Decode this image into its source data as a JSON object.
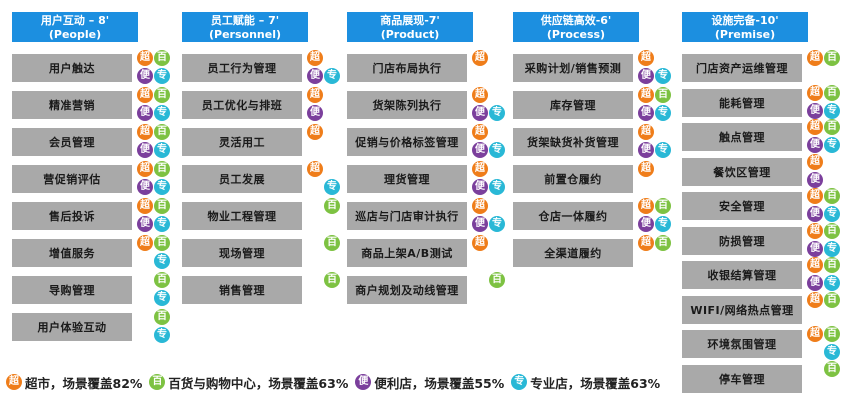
{
  "badge_labels": {
    "chao": "超",
    "bai": "百",
    "bian": "便",
    "zhuan": "专"
  },
  "colors": {
    "header": "#1c8fe0",
    "cell": "#a9a9a9",
    "chao": "#ef7d1a",
    "bai": "#7dc242",
    "bian": "#7b3f9c",
    "zhuan": "#29b8d6"
  },
  "columns": [
    {
      "title": "用户互动 – 8'",
      "subtitle": "(People)",
      "items": [
        {
          "label": "用户触达",
          "badges": [
            "chao",
            "bai",
            "bian",
            "zhuan"
          ]
        },
        {
          "label": "精准营销",
          "badges": [
            "chao",
            "bai",
            "bian",
            "zhuan"
          ]
        },
        {
          "label": "会员管理",
          "badges": [
            "chao",
            "bai",
            "bian",
            "zhuan"
          ]
        },
        {
          "label": "营促销评估",
          "badges": [
            "chao",
            "bai",
            "bian",
            "zhuan"
          ]
        },
        {
          "label": "售后投诉",
          "badges": [
            "chao",
            "bai",
            "bian",
            "zhuan"
          ]
        },
        {
          "label": "增值服务",
          "badges": [
            "chao",
            "bai",
            "zhuan"
          ]
        },
        {
          "label": "导购管理",
          "badges": [
            "bai",
            "zhuan"
          ]
        },
        {
          "label": "用户体验互动",
          "badges": [
            "bai",
            "zhuan"
          ]
        }
      ]
    },
    {
      "title": "员工赋能 – 7'",
      "subtitle": "(Personnel)",
      "items": [
        {
          "label": "员工行为管理",
          "badges": [
            "chao",
            "bian",
            "zhuan"
          ]
        },
        {
          "label": "员工优化与排班",
          "badges": [
            "chao",
            "bian"
          ]
        },
        {
          "label": "灵活用工",
          "badges": [
            "chao"
          ]
        },
        {
          "label": "员工发展",
          "badges": [
            "chao",
            "zhuan"
          ]
        },
        {
          "label": "物业工程管理",
          "badges": [
            "bai"
          ]
        },
        {
          "label": "现场管理",
          "badges": [
            "bai"
          ]
        },
        {
          "label": "销售管理",
          "badges": [
            "bai"
          ]
        }
      ]
    },
    {
      "title": "商品展现-7'",
      "subtitle": "(Product)",
      "items": [
        {
          "label": "门店布局执行",
          "badges": [
            "chao"
          ]
        },
        {
          "label": "货架陈列执行",
          "badges": [
            "chao",
            "bian",
            "zhuan"
          ]
        },
        {
          "label": "促销与价格标签管理",
          "badges": [
            "chao",
            "bian",
            "zhuan"
          ]
        },
        {
          "label": "理货管理",
          "badges": [
            "chao",
            "bian",
            "zhuan"
          ]
        },
        {
          "label": "巡店与门店审计执行",
          "badges": [
            "chao",
            "bian",
            "zhuan"
          ]
        },
        {
          "label": "商品上架A/B测试",
          "badges": [
            "chao"
          ]
        },
        {
          "label": "商户规划及动线管理",
          "badges": [
            "bai"
          ]
        }
      ]
    },
    {
      "title": "供应链高效-6'",
      "subtitle": "(Process)",
      "items": [
        {
          "label": "采购计划/销售预测",
          "badges": [
            "chao",
            "bian",
            "zhuan"
          ]
        },
        {
          "label": "库存管理",
          "badges": [
            "chao",
            "bai",
            "bian",
            "zhuan"
          ]
        },
        {
          "label": "货架缺货补货管理",
          "badges": [
            "chao",
            "bian",
            "zhuan"
          ]
        },
        {
          "label": "前置仓履约",
          "badges": [
            "chao"
          ]
        },
        {
          "label": "仓店一体履约",
          "badges": [
            "chao",
            "bai",
            "bian",
            "zhuan"
          ]
        },
        {
          "label": "全渠道履约",
          "badges": [
            "chao",
            "bai"
          ]
        }
      ]
    },
    {
      "title": "设施完备-10'",
      "subtitle": "(Premise)",
      "items": [
        {
          "label": "门店资产运维管理",
          "badges": [
            "chao",
            "bai"
          ]
        },
        {
          "label": "能耗管理",
          "badges": [
            "chao",
            "bai",
            "bian",
            "zhuan"
          ]
        },
        {
          "label": "触点管理",
          "badges": [
            "chao",
            "bai",
            "bian",
            "zhuan"
          ]
        },
        {
          "label": "餐饮区管理",
          "badges": [
            "chao",
            "bian"
          ]
        },
        {
          "label": "安全管理",
          "badges": [
            "chao",
            "bai",
            "bian",
            "zhuan"
          ]
        },
        {
          "label": "防损管理",
          "badges": [
            "chao",
            "bai",
            "bian",
            "zhuan"
          ]
        },
        {
          "label": "收银结算管理",
          "badges": [
            "chao",
            "bai",
            "bian",
            "zhuan"
          ]
        },
        {
          "label": "WIFI/网络热点管理",
          "badges": [
            "chao",
            "bai"
          ]
        },
        {
          "label": "环境氛围管理",
          "badges": [
            "chao",
            "bai",
            "zhuan"
          ]
        },
        {
          "label": "停车管理",
          "badges": [
            "bai"
          ]
        }
      ]
    }
  ],
  "legend": [
    {
      "key": "chao",
      "text": "超市，场景覆盖82%"
    },
    {
      "key": "bai",
      "text": "百货与购物中心，场景覆盖63%"
    },
    {
      "key": "bian",
      "text": "便利店，场景覆盖55%"
    },
    {
      "key": "zhuan",
      "text": "专业店，场景覆盖63%"
    }
  ]
}
